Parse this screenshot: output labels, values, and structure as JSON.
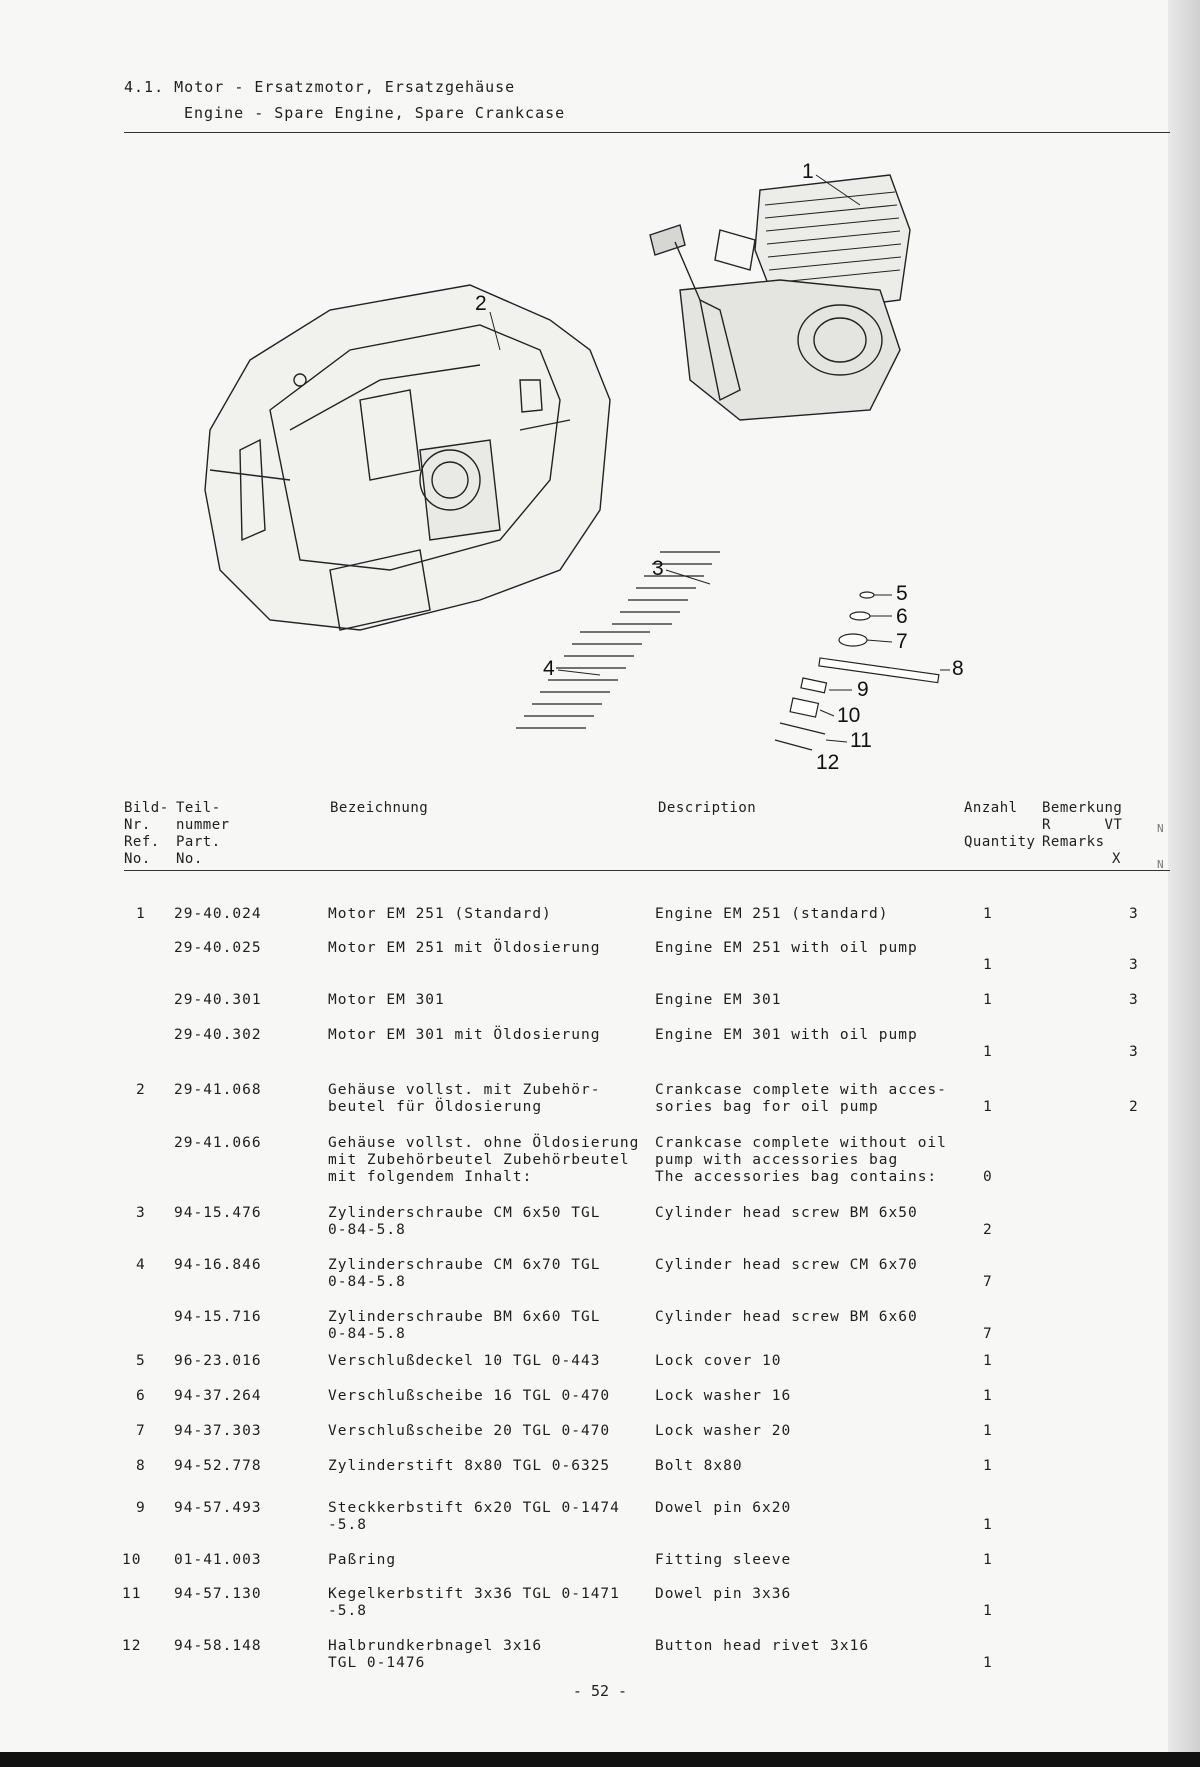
{
  "header": {
    "line1": "4.1. Motor - Ersatzmotor, Ersatzgehäuse",
    "line2": "Engine - Spare Engine, Spare Crankcase"
  },
  "diagram": {
    "callouts": [
      "1",
      "2",
      "3",
      "4",
      "5",
      "6",
      "7",
      "8",
      "9",
      "10",
      "11",
      "12"
    ]
  },
  "columns": {
    "bild": [
      "Bild-",
      "Nr.",
      "Ref.",
      "No."
    ],
    "teil": [
      "Teil-",
      "nummer",
      "Part.",
      "No."
    ],
    "bezeichnung": "Bezeichnung",
    "description": "Description",
    "anzahl": [
      "Anzahl",
      "Quantity"
    ],
    "bemerkung": [
      "Bemerkung",
      "Remarks"
    ],
    "sub_r": "R",
    "sub_vt": "VT",
    "sub_x": "X",
    "edge_n1": "N",
    "edge_n2": "N"
  },
  "rows": [
    {
      "ref": "1",
      "part": "29-40.024",
      "de": "Motor EM 251 (Standard)",
      "en": "Engine EM 251 (standard)",
      "qty": "1",
      "rem": "3"
    },
    {
      "ref": "",
      "part": "29-40.025",
      "de": "Motor EM 251 mit Öldosierung",
      "en": "Engine EM 251 with oil pump",
      "qty": "1",
      "rem": "3"
    },
    {
      "ref": "",
      "part": "29-40.301",
      "de": "Motor EM 301",
      "en": "Engine EM 301",
      "qty": "1",
      "rem": "3"
    },
    {
      "ref": "",
      "part": "29-40.302",
      "de": "Motor EM 301 mit Öldosierung",
      "en": "Engine EM 301 with oil pump",
      "qty": "1",
      "rem": "3"
    },
    {
      "ref": "2",
      "part": "29-41.068",
      "de": "Gehäuse vollst. mit Zubehör-\nbeutel für Öldosierung",
      "en": "Crankcase complete with acces-\nsories bag for oil pump",
      "qty": "1",
      "rem": "2"
    },
    {
      "ref": "",
      "part": "29-41.066",
      "de": "Gehäuse vollst. ohne Öldosierung\nmit Zubehörbeutel Zubehörbeutel\nmit folgendem Inhalt:",
      "en": "Crankcase complete without oil\npump with accessories bag\nThe accessories bag contains:",
      "qty": "0",
      "rem": ""
    },
    {
      "ref": "3",
      "part": "94-15.476",
      "de": "Zylinderschraube CM 6x50 TGL\n0-84-5.8",
      "en": "Cylinder head screw BM 6x50",
      "qty": "2",
      "rem": ""
    },
    {
      "ref": "4",
      "part": "94-16.846",
      "de": "Zylinderschraube CM 6x70 TGL\n0-84-5.8",
      "en": "Cylinder head screw CM 6x70",
      "qty": "7",
      "rem": ""
    },
    {
      "ref": "",
      "part": "94-15.716",
      "de": "Zylinderschraube BM 6x60 TGL\n0-84-5.8",
      "en": "Cylinder head screw BM 6x60",
      "qty": "7",
      "rem": ""
    },
    {
      "ref": "5",
      "part": "96-23.016",
      "de": "Verschlußdeckel 10 TGL 0-443",
      "en": "Lock cover 10",
      "qty": "1",
      "rem": ""
    },
    {
      "ref": "6",
      "part": "94-37.264",
      "de": "Verschlußscheibe 16 TGL 0-470",
      "en": "Lock washer 16",
      "qty": "1",
      "rem": ""
    },
    {
      "ref": "7",
      "part": "94-37.303",
      "de": "Verschlußscheibe 20 TGL 0-470",
      "en": "Lock washer 20",
      "qty": "1",
      "rem": ""
    },
    {
      "ref": "8",
      "part": "94-52.778",
      "de": "Zylinderstift 8x80 TGL 0-6325",
      "en": "Bolt 8x80",
      "qty": "1",
      "rem": ""
    },
    {
      "ref": "9",
      "part": "94-57.493",
      "de": "Steckkerbstift 6x20 TGL 0-1474\n-5.8",
      "en": "Dowel pin 6x20",
      "qty": "1",
      "rem": ""
    },
    {
      "ref": "10",
      "part": "01-41.003",
      "de": "Paßring",
      "en": "Fitting sleeve",
      "qty": "1",
      "rem": ""
    },
    {
      "ref": "11",
      "part": "94-57.130",
      "de": "Kegelkerbstift 3x36 TGL 0-1471\n-5.8",
      "en": "Dowel pin 3x36",
      "qty": "1",
      "rem": ""
    },
    {
      "ref": "12",
      "part": "94-58.148",
      "de": "Halbrundkerbnagel 3x16\nTGL 0-1476",
      "en": "Button head rivet 3x16",
      "qty": "1",
      "rem": ""
    }
  ],
  "footer": {
    "page": "- 52 -"
  }
}
